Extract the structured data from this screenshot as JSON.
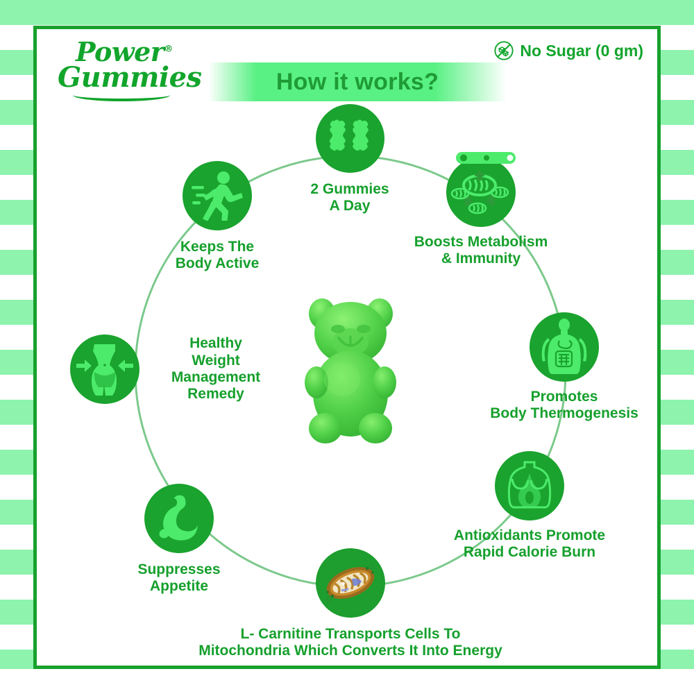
{
  "brand": {
    "logo_line1": "Power",
    "logo_line2": "Gummies",
    "registered_mark": "®"
  },
  "header": {
    "title": "How it works?",
    "no_sugar_label": "No Sugar (0 gm)",
    "no_sugar_icon": "no-sugar-cubes-icon"
  },
  "center": {
    "image_name": "green-gummy-bear"
  },
  "colors": {
    "brand_green": "#12a52c",
    "disc_green": "#1aa32e",
    "glyph_green": "#4ceb6c",
    "label_green": "#15a02c",
    "stripe_mint": "#8df3ad",
    "ring_line": "#7cc98c",
    "card_border": "#18a12c"
  },
  "steps": [
    {
      "id": "two-gummies-a-day",
      "label": "2 Gummies\nA Day",
      "icon": "two-gummy-bears-icon",
      "angle_deg": 90
    },
    {
      "id": "boosts-metabolism-immunity",
      "label": "Boosts Metabolism\n& Immunity",
      "icon": "mitochondria-metabolism-icon",
      "angle_deg": 45
    },
    {
      "id": "promotes-body-thermogenesis",
      "label": "Promotes\nBody Thermogenesis",
      "icon": "digestive-system-icon",
      "angle_deg": 10
    },
    {
      "id": "antioxidants-rapid-calorie-burn",
      "label": "Antioxidants Promote\nRapid Calorie Burn",
      "icon": "torso-flame-icon",
      "angle_deg": -35
    },
    {
      "id": "l-carnitine-transports-cells",
      "label": "L- Carnitine Transports Cells To\nMitochondria Which Converts It Into Energy",
      "icon": "mitochondrion-color-icon",
      "angle_deg": -90
    },
    {
      "id": "suppresses-appetite",
      "label": "Suppresses\nAppetite",
      "icon": "stomach-icon",
      "angle_deg": -140
    },
    {
      "id": "healthy-weight-management-remedy",
      "label": "Healthy\nWeight\nManagement\nRemedy",
      "icon": "slim-waist-arrows-icon",
      "angle_deg": 180
    },
    {
      "id": "keeps-the-body-active",
      "label": "Keeps The\nBody Active",
      "icon": "running-person-icon",
      "angle_deg": 137
    }
  ]
}
